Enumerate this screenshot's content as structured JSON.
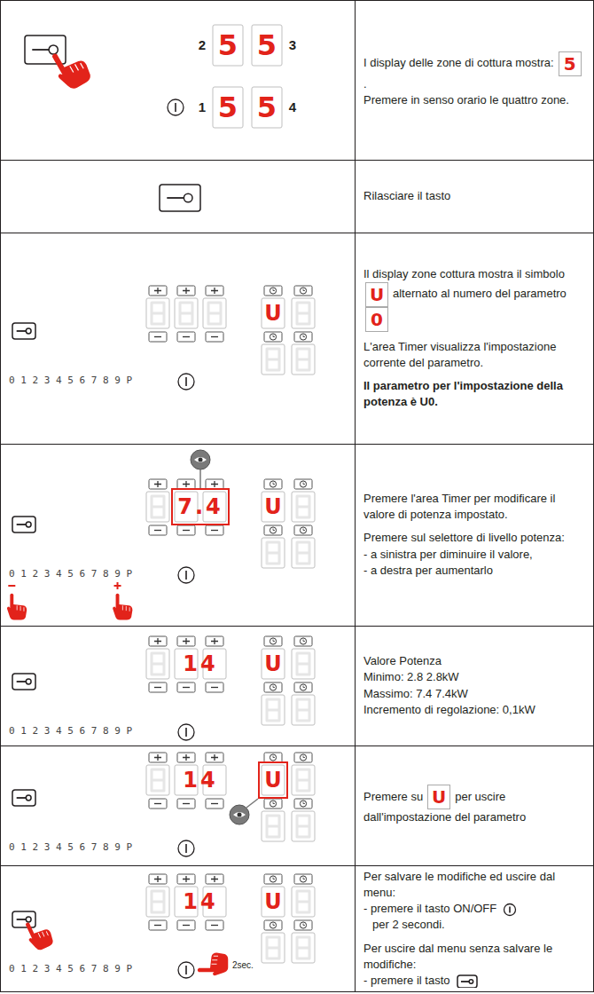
{
  "diagram": {
    "nodes": [
      {
        "text": [
          "I display delle zone di cottura mostra:",
          "5",
          ".",
          "Premere in senso orario le quattro zone."
        ]
      },
      {
        "text": [
          "Rilasciare il tasto"
        ]
      },
      {
        "text": [
          "Il display zone cottura mostra il simbolo",
          "U",
          "alternato al numero del parametro",
          "0",
          "L'area Timer visualizza l'impostazione corrente del parametro.",
          "Il parametro per l'impostazione della potenza è U0."
        ]
      },
      {
        "text": [
          "Premere l'area Timer per modificare il valore di potenza impostato.",
          "Premere sul selettore di livello potenza:",
          "- a sinistra per diminuire il valore,",
          "- a destra per aumentarlo"
        ]
      },
      {
        "text": [
          "Valore Potenza",
          "Minimo: 2.8 2.8kW",
          "Massimo: 7.4 7.4kW",
          "Incremento di regolazione: 0,1kW"
        ]
      },
      {
        "text": [
          "Premere su",
          "U",
          "per uscire dall'impostazione del parametro"
        ]
      },
      {
        "text": [
          "Per salvare le modifiche ed uscire dal menu:",
          "- premere il tasto ON/OFF",
          "per 2 secondi.",
          "Per uscire dal menu senza salvare le modifiche:",
          "- premere il tasto"
        ]
      }
    ],
    "labels": [
      "2",
      "5",
      "5",
      "3",
      "1",
      "5",
      "5",
      "4",
      "U",
      "0 1 2 3 4 5 6 7 8 9 P",
      "7.4",
      "U",
      "0 1 2 3 4 5 6 7 8 9 P",
      "14",
      "U",
      "0 1 2 3 4 5 6 7 8 9 P",
      "14",
      "U",
      "0 1 2 3 4 5 6 7 8 9 P",
      "14",
      "U",
      "0 1 2 3 4 5 6 7 8 9 P",
      "2sec."
    ]
  }
}
